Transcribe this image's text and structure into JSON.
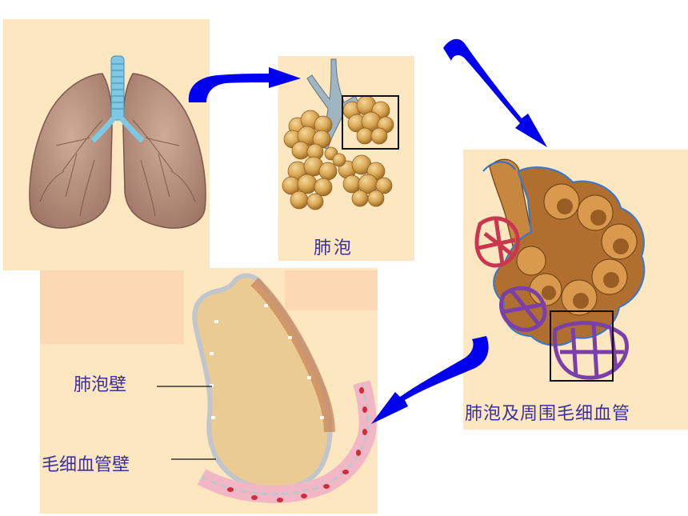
{
  "labels": {
    "alveolus": "肺泡",
    "alveolus_capillaries": "肺泡及周围毛细血管",
    "alveolar_wall": "肺泡壁",
    "capillary_wall": "毛细血管壁"
  },
  "colors": {
    "panel_background": "#fde7c1",
    "arrow": "#0000ee",
    "label_text": "#3b2fa0",
    "lung_tissue": "#b9917f",
    "trachea": "#7ec8e3",
    "alveolus": "#d9a856",
    "capillary_red": "#c9364f",
    "capillary_purple": "#7a3fa8",
    "red_blood_cell": "#d42a3c"
  },
  "icons": {
    "lungs": "lungs-illustration",
    "alveoli": "alveoli-cluster-illustration",
    "capillary_network": "alveolus-capillary-network-illustration",
    "wall_section": "alveolar-capillary-wall-cross-section",
    "arrow": "curved-arrow-icon",
    "highlight": "highlight-box"
  }
}
